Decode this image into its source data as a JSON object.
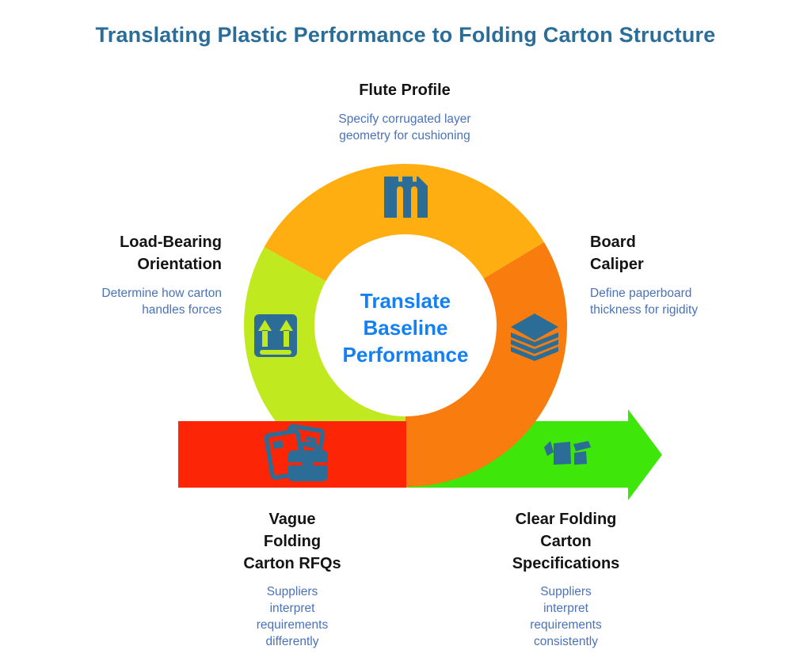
{
  "title": "Translating Plastic Performance to Folding Carton Structure",
  "colors": {
    "title_blue": "#2a6d98",
    "heading_black": "#141414",
    "body_blue": "#4a72b8",
    "center_blue": "#1380f4",
    "yellow": "#feae10",
    "orange": "#f87d0e",
    "lime": "#c0ea1f",
    "green": "#3fe60a",
    "red": "#fc2607",
    "icon_blue": "#2b6d96"
  },
  "center": {
    "label": "Translate\nBaseline\nPerformance"
  },
  "nodes": {
    "flute_profile": {
      "title": "Flute Profile",
      "desc": "Specify corrugated layer\ngeometry for cushioning"
    },
    "load_bearing": {
      "title": "Load-Bearing\nOrientation",
      "desc": "Determine how carton\nhandles forces"
    },
    "board_caliper": {
      "title": "Board\nCaliper",
      "desc": "Define paperboard\nthickness for rigidity"
    },
    "vague_rfqs": {
      "title": "Vague\nFolding\nCarton RFQs",
      "desc": "Suppliers\ninterpret\nrequirements\ndifferently"
    },
    "clear_specs": {
      "title": "Clear Folding\nCarton\nSpecifications",
      "desc": "Suppliers\ninterpret\nrequirements\nconsistently"
    }
  },
  "icons": {
    "top": "flute-profile-icon",
    "left": "this-side-up-icon",
    "right": "stacked-layers-icon",
    "bottom_left": "documents-briefcase-icon",
    "bottom_right": "open-carton-box-icon"
  }
}
